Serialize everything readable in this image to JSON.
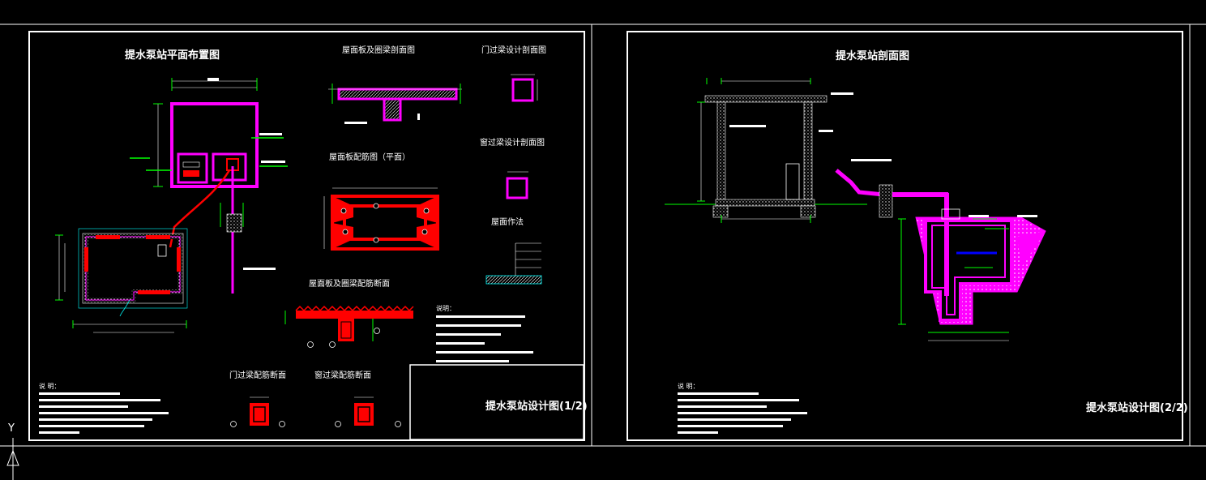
{
  "sheet1": {
    "plan_title": "提水泵站平面布置图",
    "roof_section_title": "屋面板及圈梁剖面图",
    "door_lintel_section_title": "门过梁设计剖面图",
    "roof_rebar_plan_title": "屋面板配筋图（平面）",
    "window_lintel_section_title": "窗过梁设计剖面图",
    "roof_method_title": "屋面作法",
    "roof_rebar_section_title": "屋面板及圈梁配筋断面",
    "door_lintel_rebar_title": "门过梁配筋断面",
    "window_lintel_rebar_title": "窗过梁配筋断面",
    "notes_heading": "说明：",
    "notes_heading_left": "说 明：",
    "title_block_text": "提水泵站设计图(1/2)"
  },
  "sheet2": {
    "section_title": "提水泵站剖面图",
    "notes_heading": "说 明：",
    "title_block_text": "提水泵站设计图(2/2)"
  },
  "ucs": {
    "y_label": "Y"
  },
  "colors": {
    "background": "#000000",
    "frame": "#ffffff",
    "magenta": "#ff00ff",
    "red": "#ff0000",
    "green": "#00ff00",
    "cyan": "#00ffff",
    "blue": "#0000ff"
  }
}
